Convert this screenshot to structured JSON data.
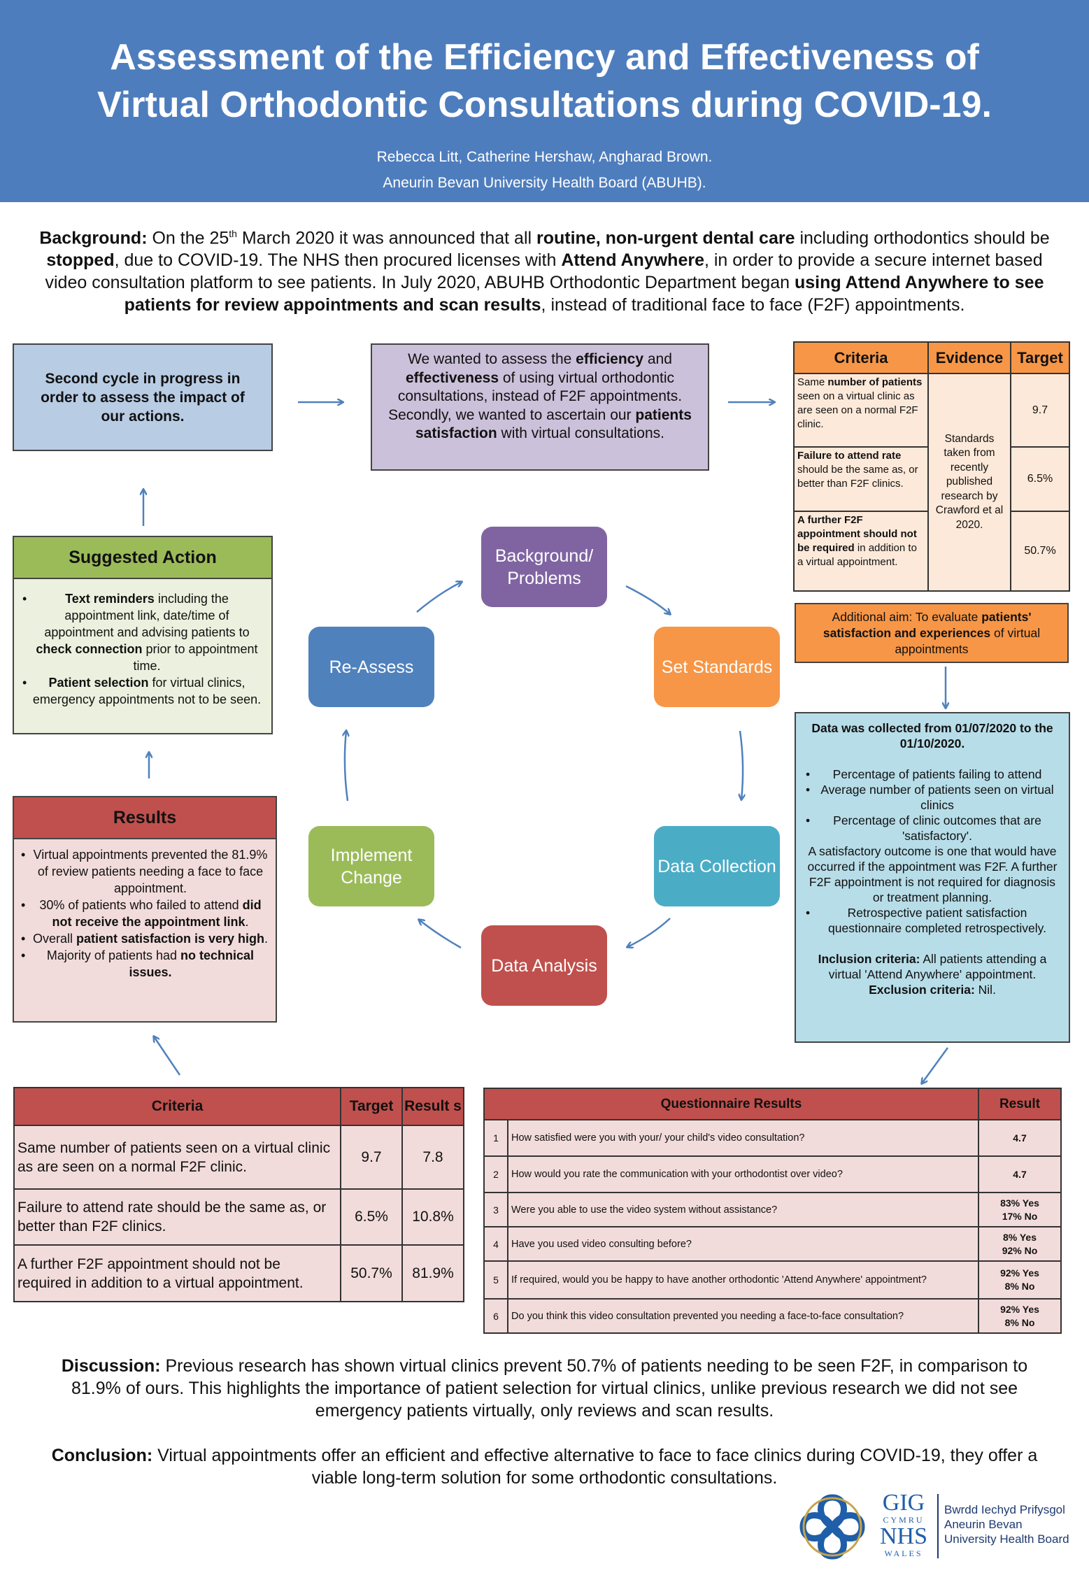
{
  "header": {
    "title_line1": "Assessment of the Efficiency and Effectiveness of",
    "title_line2": "Virtual Orthodontic Consultations during COVID-19.",
    "authors": "Rebecca Litt, Catherine Hershaw, Angharad Brown.",
    "affiliation": "Aneurin Bevan University Health Board (ABUHB)."
  },
  "background": {
    "label": "Background:",
    "t1": " On the 25",
    "sup": "th",
    "t2": " March 2020 it was announced that all ",
    "b1": "routine, non-urgent dental care",
    "t3": " including orthodontics should be ",
    "b2": "stopped",
    "t4": ", due to COVID-19. The NHS then procured licenses with ",
    "b3": "Attend Anywhere",
    "t5": ", in order to provide a secure internet based video consultation platform to see patients. In July 2020, ABUHB Orthodontic Department began ",
    "b4": "using Attend Anywhere to see patients for review appointments and scan results",
    "t6": ", instead of traditional face to face (F2F) appointments."
  },
  "second_cycle": {
    "text": "Second cycle in progress in order to assess the impact of our actions."
  },
  "aim": {
    "t1": "We wanted to assess the ",
    "b1": "efficiency",
    "t2": " and ",
    "b2": "effectiveness",
    "t3": " of using virtual orthodontic consultations, instead of F2F appointments. Secondly, we wanted to ascertain our ",
    "b3": "patients satisfaction",
    "t4": " with virtual consultations."
  },
  "standards": {
    "headers": [
      "Criteria",
      "Evidence",
      "Target"
    ],
    "c1": {
      "b": "number of patients",
      "pre": "Same ",
      "post": " seen on a virtual clinic as are seen on a normal F2F clinic."
    },
    "c2": {
      "b": "Failure to attend rate",
      "post": " should be the same as, or better than F2F clinics."
    },
    "c3": {
      "b": "A further F2F appointment should not be required",
      "post": " in addition to a virtual appointment."
    },
    "evidence": "Standards taken from recently published research by Crawford et al 2020.",
    "targets": [
      "9.7",
      "6.5%",
      "50.7%"
    ]
  },
  "additional_aim": {
    "t1": "Additional aim: To evaluate ",
    "b1": "patients' satisfaction and experiences",
    "t2": " of virtual appointments"
  },
  "data_collection": {
    "title": "Data was collected from 01/07/2020 to the 01/10/2020.",
    "bullets": [
      "Percentage of patients failing to attend",
      "Average number of patients seen on virtual clinics",
      "Percentage of clinic outcomes that are 'satisfactory'."
    ],
    "satisfactory": "A satisfactory outcome is one that would have occurred if the appointment was F2F.  A further F2F appointment is not required for diagnosis or treatment planning.",
    "bullet4": "Retrospective patient satisfaction questionnaire completed retrospectively.",
    "inclusion_label": "Inclusion criteria:",
    "inclusion": " All patients attending a virtual 'Attend Anywhere' appointment.",
    "exclusion_label": "Exclusion criteria:",
    "exclusion": " Nil."
  },
  "suggested_action": {
    "title": "Suggested Action",
    "a1_b": "Text reminders",
    "a1_t": " including the appointment link, date/time of appointment and advising patients to ",
    "a1_b2": "check connection",
    "a1_t2": " prior to appointment time.",
    "a2_b": "Patient selection",
    "a2_t": " for virtual clinics, emergency appointments not to be seen."
  },
  "results_box": {
    "title": "Results",
    "r1": "Virtual appointments prevented the 81.9% of review patients needing a face to face appointment.",
    "r2_t": "30% of patients who failed to attend ",
    "r2_b": "did not receive the appointment link",
    "r2_t2": ".",
    "r3_t": "Overall ",
    "r3_b": "patient satisfaction is very high",
    "r3_t2": ".",
    "r4_t": "Majority of patients had ",
    "r4_b": "no technical issues."
  },
  "cycle": {
    "background": "Background/ Problems",
    "set": "Set Standards",
    "collect": "Data Collection",
    "analysis": "Data Analysis",
    "implement": "Implement Change",
    "reassess": "Re-Assess"
  },
  "results_table": {
    "headers": [
      "Criteria",
      "Target",
      "Result s"
    ],
    "rows": [
      {
        "criteria": "Same number of patients seen on a virtual clinic as are seen on a normal F2F clinic.",
        "target": "9.7",
        "result": "7.8"
      },
      {
        "criteria": "Failure to attend rate should be the same as, or better than F2F clinics.",
        "target": "6.5%",
        "result": "10.8%"
      },
      {
        "criteria": "A further F2F appointment should not be required in addition to a virtual appointment.",
        "target": "50.7%",
        "result": "81.9%"
      }
    ]
  },
  "questionnaire": {
    "headers": [
      "Questionnaire Results",
      "Result"
    ],
    "rows": [
      {
        "n": "1",
        "q": "How satisfied were you with your/ your child's video consultation?",
        "r1": "4.7",
        "r2": ""
      },
      {
        "n": "2",
        "q": "How would you rate the communication with your orthodontist over video?",
        "r1": "4.7",
        "r2": ""
      },
      {
        "n": "3",
        "q": "Were you able to use the video system without assistance?",
        "r1": "83% Yes",
        "r2": "17% No"
      },
      {
        "n": "4",
        "q": "Have you used video consulting before?",
        "r1": "8% Yes",
        "r2": "92% No"
      },
      {
        "n": "5",
        "q": "If required, would you be happy to have another orthodontic 'Attend Anywhere' appointment?",
        "r1": "92% Yes",
        "r2": "8% No"
      },
      {
        "n": "6",
        "q": "Do you think this video consultation prevented you needing a face-to-face consultation?",
        "r1": "92% Yes",
        "r2": "8% No"
      }
    ]
  },
  "discussion": {
    "label": "Discussion:",
    "text": " Previous research has shown virtual clinics prevent 50.7% of patients needing to be seen F2F, in comparison to 81.9% of ours. This highlights the importance of patient selection for virtual clinics, unlike previous research we did not see emergency patients virtually, only reviews and scan results."
  },
  "conclusion": {
    "label": "Conclusion:",
    "text": " Virtual appointments offer an efficient and effective alternative to face to face clinics during COVID-19, they offer a viable long-term solution for some orthodontic consultations."
  },
  "logo": {
    "gig": "GIG",
    "cymru": "CYMRU",
    "nhs": "NHS",
    "wales": "WALES",
    "line1": "Bwrdd Iechyd Prifysgol",
    "line2": "Aneurin Bevan",
    "line3": "University Health Board"
  },
  "colors": {
    "header": "#4e7dbd",
    "purple": "#7d66a7",
    "orange": "#f79646",
    "teal": "#4bacc6",
    "red": "#c0504d",
    "green": "#9bbb59",
    "blue": "#4f81bd",
    "arrow": "#4f81bd"
  }
}
